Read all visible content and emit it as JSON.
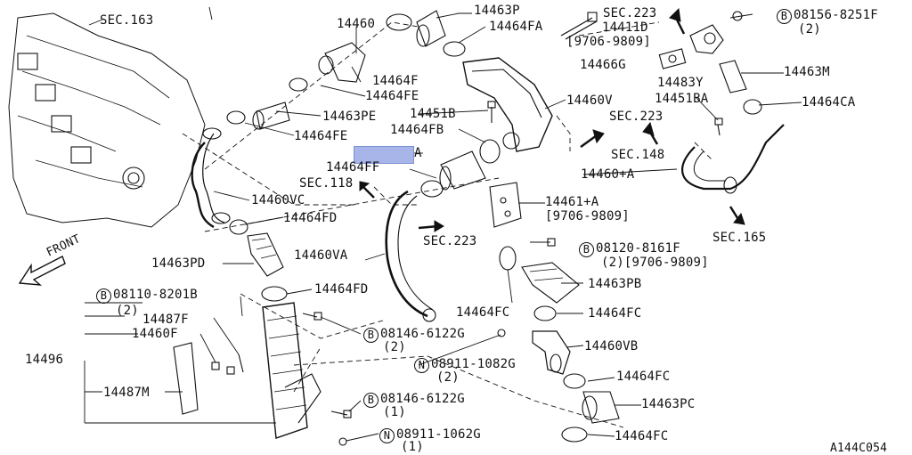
{
  "figure_id": "A144C054",
  "highlight": {
    "suffix": "A"
  },
  "labels": {
    "sec163": "SEC.163",
    "p14460": "14460",
    "p14463P": "14463P",
    "p14464FA": "14464FA",
    "sec223_top": "SEC.223",
    "p14411D": "14411D",
    "date1": "[9706-9809]",
    "b08156_code": "08156-8251F",
    "b08156_qty": "(2)",
    "p14466G": "14466G",
    "p14483Y": "14483Y",
    "p14463M": "14463M",
    "p14464F": "14464F",
    "p14464FE_1": "14464FE",
    "p14463PE": "14463PE",
    "p14464FE_2": "14464FE",
    "p14451B": "14451B",
    "p14460V": "14460V",
    "p14451BA": "14451BA",
    "p14464CA": "14464CA",
    "sec223_mid": "SEC.223",
    "p14464FB": "14464FB",
    "sec148": "SEC.148",
    "p14460plusA": "14460+A",
    "p14464FF": "14464FF",
    "sec118": "SEC.118",
    "p14460VC": "14460VC",
    "p14461plusA": "14461+A",
    "date2": "[9706-9809]",
    "p14464FD_1": "14464FD",
    "sec223_low": "SEC.223",
    "sec165": "SEC.165",
    "front": "FRONT",
    "b08120_code": "08120-8161F",
    "b08120_qty": "(2)[9706-9809]",
    "p14463PD": "14463PD",
    "p14460VA": "14460VA",
    "p14463PB": "14463PB",
    "p14464FD_2": "14464FD",
    "b08110_code": "08110-8201B",
    "b08110_qty": "(2)",
    "p14487F": "14487F",
    "p14464FC_1": "14464FC",
    "p14464FC_2": "14464FC",
    "p14460F": "14460F",
    "b08146a_code": "08146-6122G",
    "b08146a_qty": "(2)",
    "p14460VB": "14460VB",
    "p14496": "14496",
    "n08911a_code": "08911-1082G",
    "n08911a_qty": "(2)",
    "p14487M": "14487M",
    "p14464FC_3": "14464FC",
    "b08146b_code": "08146-6122G",
    "b08146b_qty": "(1)",
    "p14463PC": "14463PC",
    "n08911b_code": "08911-1062G",
    "n08911b_qty": "(1)",
    "p14464FC_4": "14464FC"
  },
  "symbols": {
    "bolt_mark": "B",
    "nut_mark": "N"
  }
}
